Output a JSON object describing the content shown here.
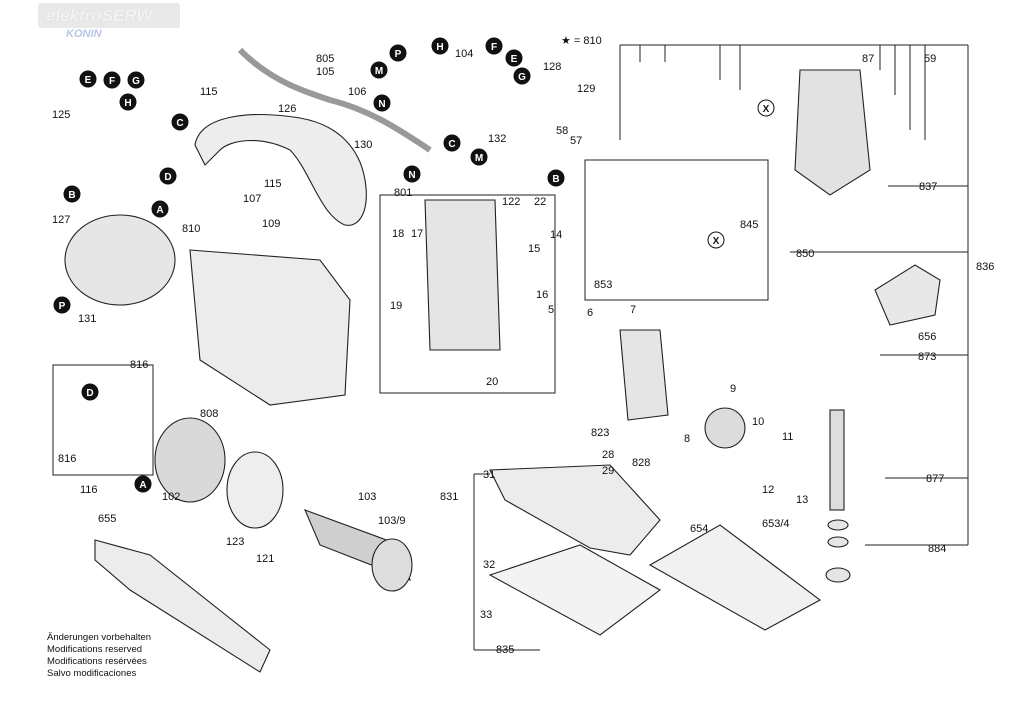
{
  "watermark": {
    "brand": "elektroSERW",
    "city": "KONIN"
  },
  "notes": [
    "Änderungen vorbehalten",
    "Modifications reserved",
    "Modifications resérvées",
    "Salvo modificaciones"
  ],
  "labels": [
    {
      "id": "805",
      "text": "805"
    },
    {
      "id": "105",
      "text": "105"
    },
    {
      "id": "115a",
      "text": "115"
    },
    {
      "id": "126",
      "text": "126"
    },
    {
      "id": "106",
      "text": "106"
    },
    {
      "id": "125",
      "text": "125"
    },
    {
      "id": "130",
      "text": "130"
    },
    {
      "id": "104",
      "text": "104"
    },
    {
      "id": "128",
      "text": "128"
    },
    {
      "id": "129",
      "text": "129"
    },
    {
      "id": "810top",
      "text": "★ = 810"
    },
    {
      "id": "132",
      "text": "132"
    },
    {
      "id": "58",
      "text": "58"
    },
    {
      "id": "57",
      "text": "57"
    },
    {
      "id": "87",
      "text": "87"
    },
    {
      "id": "59",
      "text": "59"
    },
    {
      "id": "127",
      "text": "127"
    },
    {
      "id": "810",
      "text": "810"
    },
    {
      "id": "107",
      "text": "107"
    },
    {
      "id": "115b",
      "text": "115"
    },
    {
      "id": "109",
      "text": "109"
    },
    {
      "id": "801",
      "text": "801"
    },
    {
      "id": "18",
      "text": "18"
    },
    {
      "id": "17",
      "text": "17"
    },
    {
      "id": "122",
      "text": "122"
    },
    {
      "id": "22",
      "text": "22"
    },
    {
      "id": "15",
      "text": "15"
    },
    {
      "id": "14",
      "text": "14"
    },
    {
      "id": "16",
      "text": "16"
    },
    {
      "id": "19",
      "text": "19"
    },
    {
      "id": "5",
      "text": "5"
    },
    {
      "id": "20",
      "text": "20"
    },
    {
      "id": "6",
      "text": "6"
    },
    {
      "id": "7",
      "text": "7"
    },
    {
      "id": "845",
      "text": "845"
    },
    {
      "id": "853",
      "text": "853"
    },
    {
      "id": "837",
      "text": "837"
    },
    {
      "id": "850",
      "text": "850"
    },
    {
      "id": "836",
      "text": "836"
    },
    {
      "id": "656",
      "text": "656"
    },
    {
      "id": "873",
      "text": "873"
    },
    {
      "id": "131",
      "text": "131"
    },
    {
      "id": "816a",
      "text": "816"
    },
    {
      "id": "808",
      "text": "808"
    },
    {
      "id": "816b",
      "text": "816"
    },
    {
      "id": "116",
      "text": "116"
    },
    {
      "id": "102",
      "text": "102"
    },
    {
      "id": "123",
      "text": "123"
    },
    {
      "id": "121",
      "text": "121"
    },
    {
      "id": "103",
      "text": "103"
    },
    {
      "id": "103-9",
      "text": "103/9"
    },
    {
      "id": "655",
      "text": "655"
    },
    {
      "id": "9",
      "text": "9"
    },
    {
      "id": "10",
      "text": "10"
    },
    {
      "id": "11",
      "text": "11"
    },
    {
      "id": "8",
      "text": "8"
    },
    {
      "id": "12",
      "text": "12"
    },
    {
      "id": "13",
      "text": "13"
    },
    {
      "id": "823",
      "text": "823"
    },
    {
      "id": "28",
      "text": "28"
    },
    {
      "id": "29",
      "text": "29"
    },
    {
      "id": "828",
      "text": "828"
    },
    {
      "id": "31",
      "text": "31"
    },
    {
      "id": "831",
      "text": "831"
    },
    {
      "id": "877",
      "text": "877"
    },
    {
      "id": "654",
      "text": "654"
    },
    {
      "id": "653-4",
      "text": "653/4"
    },
    {
      "id": "884",
      "text": "884"
    },
    {
      "id": "32",
      "text": "32"
    },
    {
      "id": "33",
      "text": "33"
    },
    {
      "id": "835",
      "text": "835"
    }
  ],
  "markers": [
    {
      "id": "E1",
      "letter": "E"
    },
    {
      "id": "F1",
      "letter": "F"
    },
    {
      "id": "G1",
      "letter": "G"
    },
    {
      "id": "H1",
      "letter": "H"
    },
    {
      "id": "C1",
      "letter": "C"
    },
    {
      "id": "D1",
      "letter": "D"
    },
    {
      "id": "B1",
      "letter": "B"
    },
    {
      "id": "A1",
      "letter": "A"
    },
    {
      "id": "P1",
      "letter": "P"
    },
    {
      "id": "H2",
      "letter": "H"
    },
    {
      "id": "F2",
      "letter": "F"
    },
    {
      "id": "E2",
      "letter": "E"
    },
    {
      "id": "M1",
      "letter": "M"
    },
    {
      "id": "G2",
      "letter": "G"
    },
    {
      "id": "N1",
      "letter": "N"
    },
    {
      "id": "C2",
      "letter": "C"
    },
    {
      "id": "M2",
      "letter": "M"
    },
    {
      "id": "N2",
      "letter": "N"
    },
    {
      "id": "B2",
      "letter": "B"
    },
    {
      "id": "P2",
      "letter": "P"
    },
    {
      "id": "D2",
      "letter": "D"
    },
    {
      "id": "A2",
      "letter": "A"
    },
    {
      "id": "X1",
      "letter": "X"
    },
    {
      "id": "X2",
      "letter": "X"
    }
  ]
}
